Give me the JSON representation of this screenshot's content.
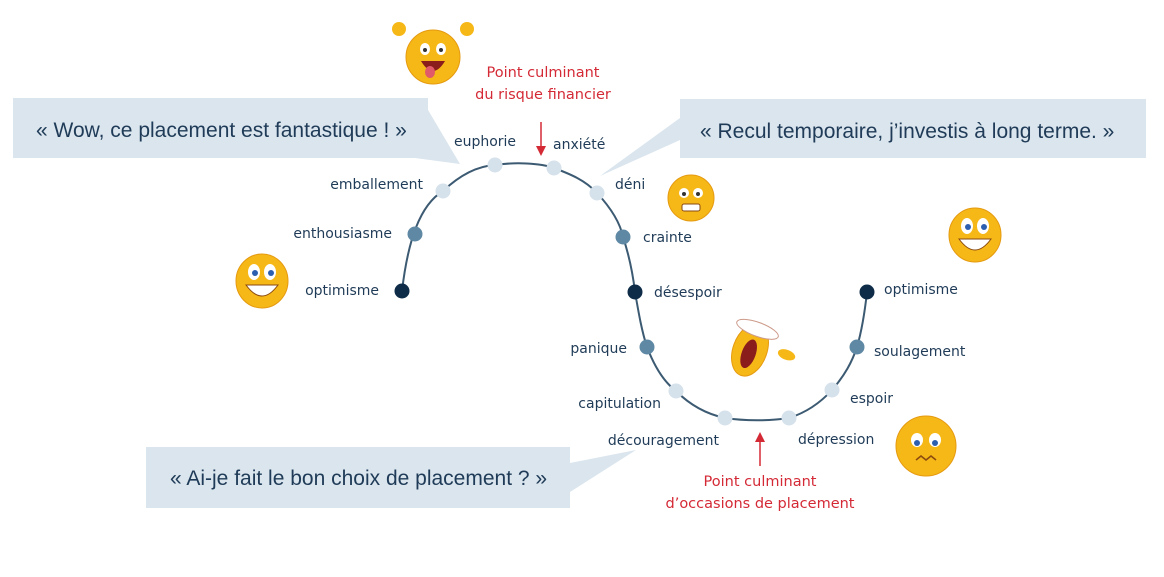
{
  "quotes": {
    "euphoria": "« Wow, ce placement est fantastique ! »",
    "temporary": "« Recul temporaire, j’investis à long terme. »",
    "doubt": "« Ai-je fait le bon choix de placement ? »"
  },
  "annotations": {
    "risk_peak": [
      "Point culminant",
      "du risque financier"
    ],
    "opportunity_peak": [
      "Point culminant",
      "d’occasions de placement"
    ]
  },
  "stages": [
    {
      "label": "optimisme",
      "tone": "dark"
    },
    {
      "label": "enthousiasme",
      "tone": "mid"
    },
    {
      "label": "emballement",
      "tone": "light"
    },
    {
      "label": "euphorie",
      "tone": "light"
    },
    {
      "label": "anxiété",
      "tone": "light"
    },
    {
      "label": "déni",
      "tone": "light"
    },
    {
      "label": "crainte",
      "tone": "mid"
    },
    {
      "label": "désespoir",
      "tone": "dark"
    },
    {
      "label": "panique",
      "tone": "mid"
    },
    {
      "label": "capitulation",
      "tone": "light"
    },
    {
      "label": "découragement",
      "tone": "light"
    },
    {
      "label": "dépression",
      "tone": "light"
    },
    {
      "label": "espoir",
      "tone": "light"
    },
    {
      "label": "soulagement",
      "tone": "mid"
    },
    {
      "label": "optimisme",
      "tone": "dark"
    }
  ],
  "colors": {
    "dark": "#0e2c47",
    "mid": "#5e88a3",
    "light": "#d5e1eb",
    "line": "#3c5a72",
    "bubble": "#dae5ee",
    "accent": "#d42a36",
    "emoji": "#f6b817"
  },
  "emojis": [
    "ecstatic-emoji",
    "worried-emoji",
    "grinning-emoji",
    "grinning-emoji",
    "falling-emoji",
    "sad-emoji"
  ]
}
